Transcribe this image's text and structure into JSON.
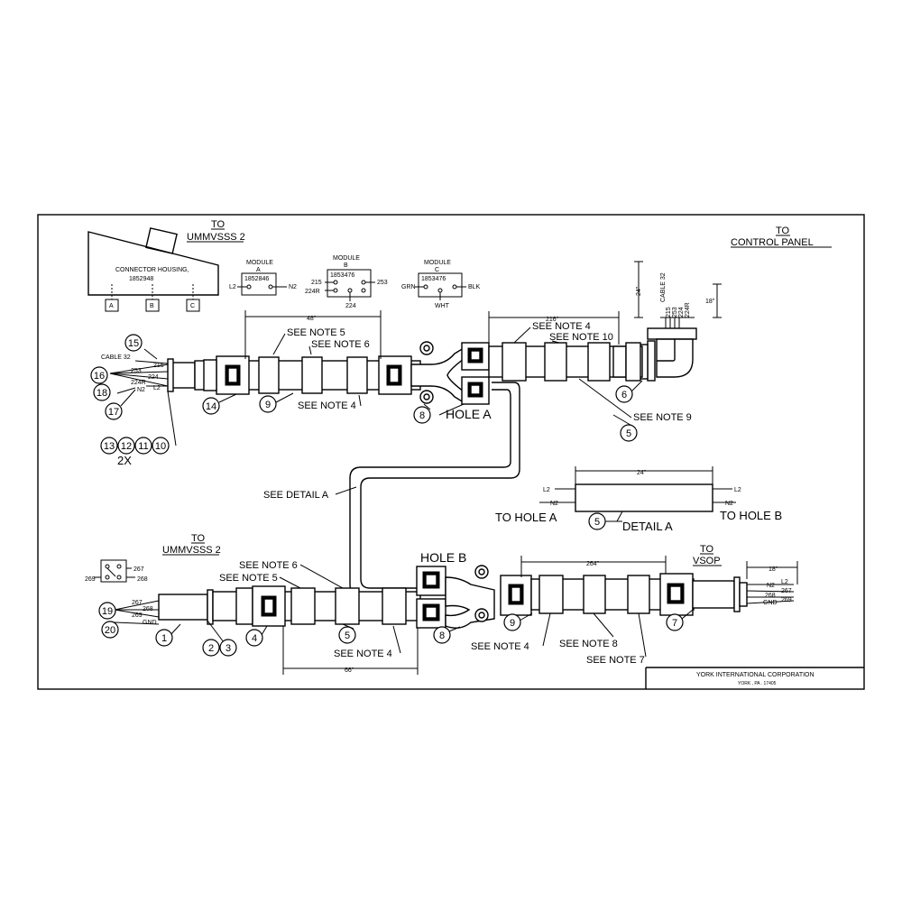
{
  "dest": {
    "to": "TO",
    "ummvsss_top": "UMMVSSS 2",
    "ummvsss_bottom": "UMMVSSS 2",
    "control_panel": "CONTROL PANEL",
    "vsop": "VSOP"
  },
  "connector_housing": {
    "label": "CONNECTOR HOUSING,",
    "part": "1852948",
    "pins": [
      "A",
      "B",
      "C"
    ]
  },
  "modules": [
    {
      "title": "MODULE",
      "letter": "A",
      "part": "1852846",
      "left": "L2",
      "right": "N2"
    },
    {
      "title": "MODULE",
      "letter": "B",
      "part": "1853476",
      "left_top": "215",
      "left_bot": "224R",
      "right": "253",
      "bottom": "224"
    },
    {
      "title": "MODULE",
      "letter": "C",
      "part": "1853476",
      "left": "GRN",
      "right": "BLK",
      "bottom": "WHT"
    }
  ],
  "dimensions": {
    "d48": "48\"",
    "d216": "216\"",
    "d24_top": "24\"",
    "d18_top": "18\"",
    "d24_detail": "24\"",
    "d264": "264\"",
    "d18_vsop": "18\"",
    "d66": "66\""
  },
  "notes": {
    "n5_top": "SEE NOTE 5",
    "n6_top": "SEE NOTE 6",
    "n4_top": "SEE NOTE 4",
    "n4_right": "SEE NOTE 4",
    "n10": "SEE NOTE 10",
    "n9": "SEE NOTE 9",
    "detail": "SEE DETAIL A",
    "n6_bot": "SEE NOTE 6",
    "n5_bot": "SEE NOTE 5",
    "n4_bot": "SEE NOTE 4",
    "n4_bot_right": "SEE NOTE 4",
    "n8": "SEE NOTE 8",
    "n7": "SEE NOTE 7"
  },
  "holes": {
    "a": "HOLE A",
    "b": "HOLE B"
  },
  "detail_a": {
    "title": "DETAIL A",
    "to_hole_a": "TO HOLE A",
    "to_hole_b": "TO HOLE B",
    "l2_left": "L2",
    "n2_left": "N2",
    "l2_right": "L2",
    "n2_right": "N2"
  },
  "wires_top_left": {
    "cable": "CABLE 32",
    "w215": "215",
    "w253": "253",
    "w224": "224",
    "w224r": "224R",
    "wl2": "L2",
    "wn2": "N2"
  },
  "wires_top_right": {
    "cable": "CABLE 32",
    "w215": "215",
    "w253": "253",
    "w224": "224",
    "w224r": "224R"
  },
  "wires_bottom_left": {
    "w267": "267",
    "w268": "268",
    "w269": "269",
    "gnd": "GND",
    "sw267": "267",
    "sw268": "268",
    "sw269": "269"
  },
  "wires_vsop": {
    "l2": "L2",
    "n2": "N2",
    "w267": "267",
    "w268": "268",
    "w269": "269",
    "gnd": "GND"
  },
  "balloons": {
    "b1": "1",
    "b2": "2",
    "b3": "3",
    "b4": "4",
    "b5": "5",
    "b5b": "5",
    "b5c": "5",
    "b6": "6",
    "b7": "7",
    "b8a": "8",
    "b8b": "8",
    "b9a": "9",
    "b9b": "9",
    "b10": "10",
    "b11": "11",
    "b12": "12",
    "b13": "13",
    "b14": "14",
    "b15": "15",
    "b16": "16",
    "b17": "17",
    "b18": "18",
    "b19": "19",
    "b20": "20"
  },
  "qty_2x": "2X",
  "title_block": {
    "company": "YORK INTERNATIONAL CORPORATION",
    "address": "YORK , PA . 17405"
  }
}
